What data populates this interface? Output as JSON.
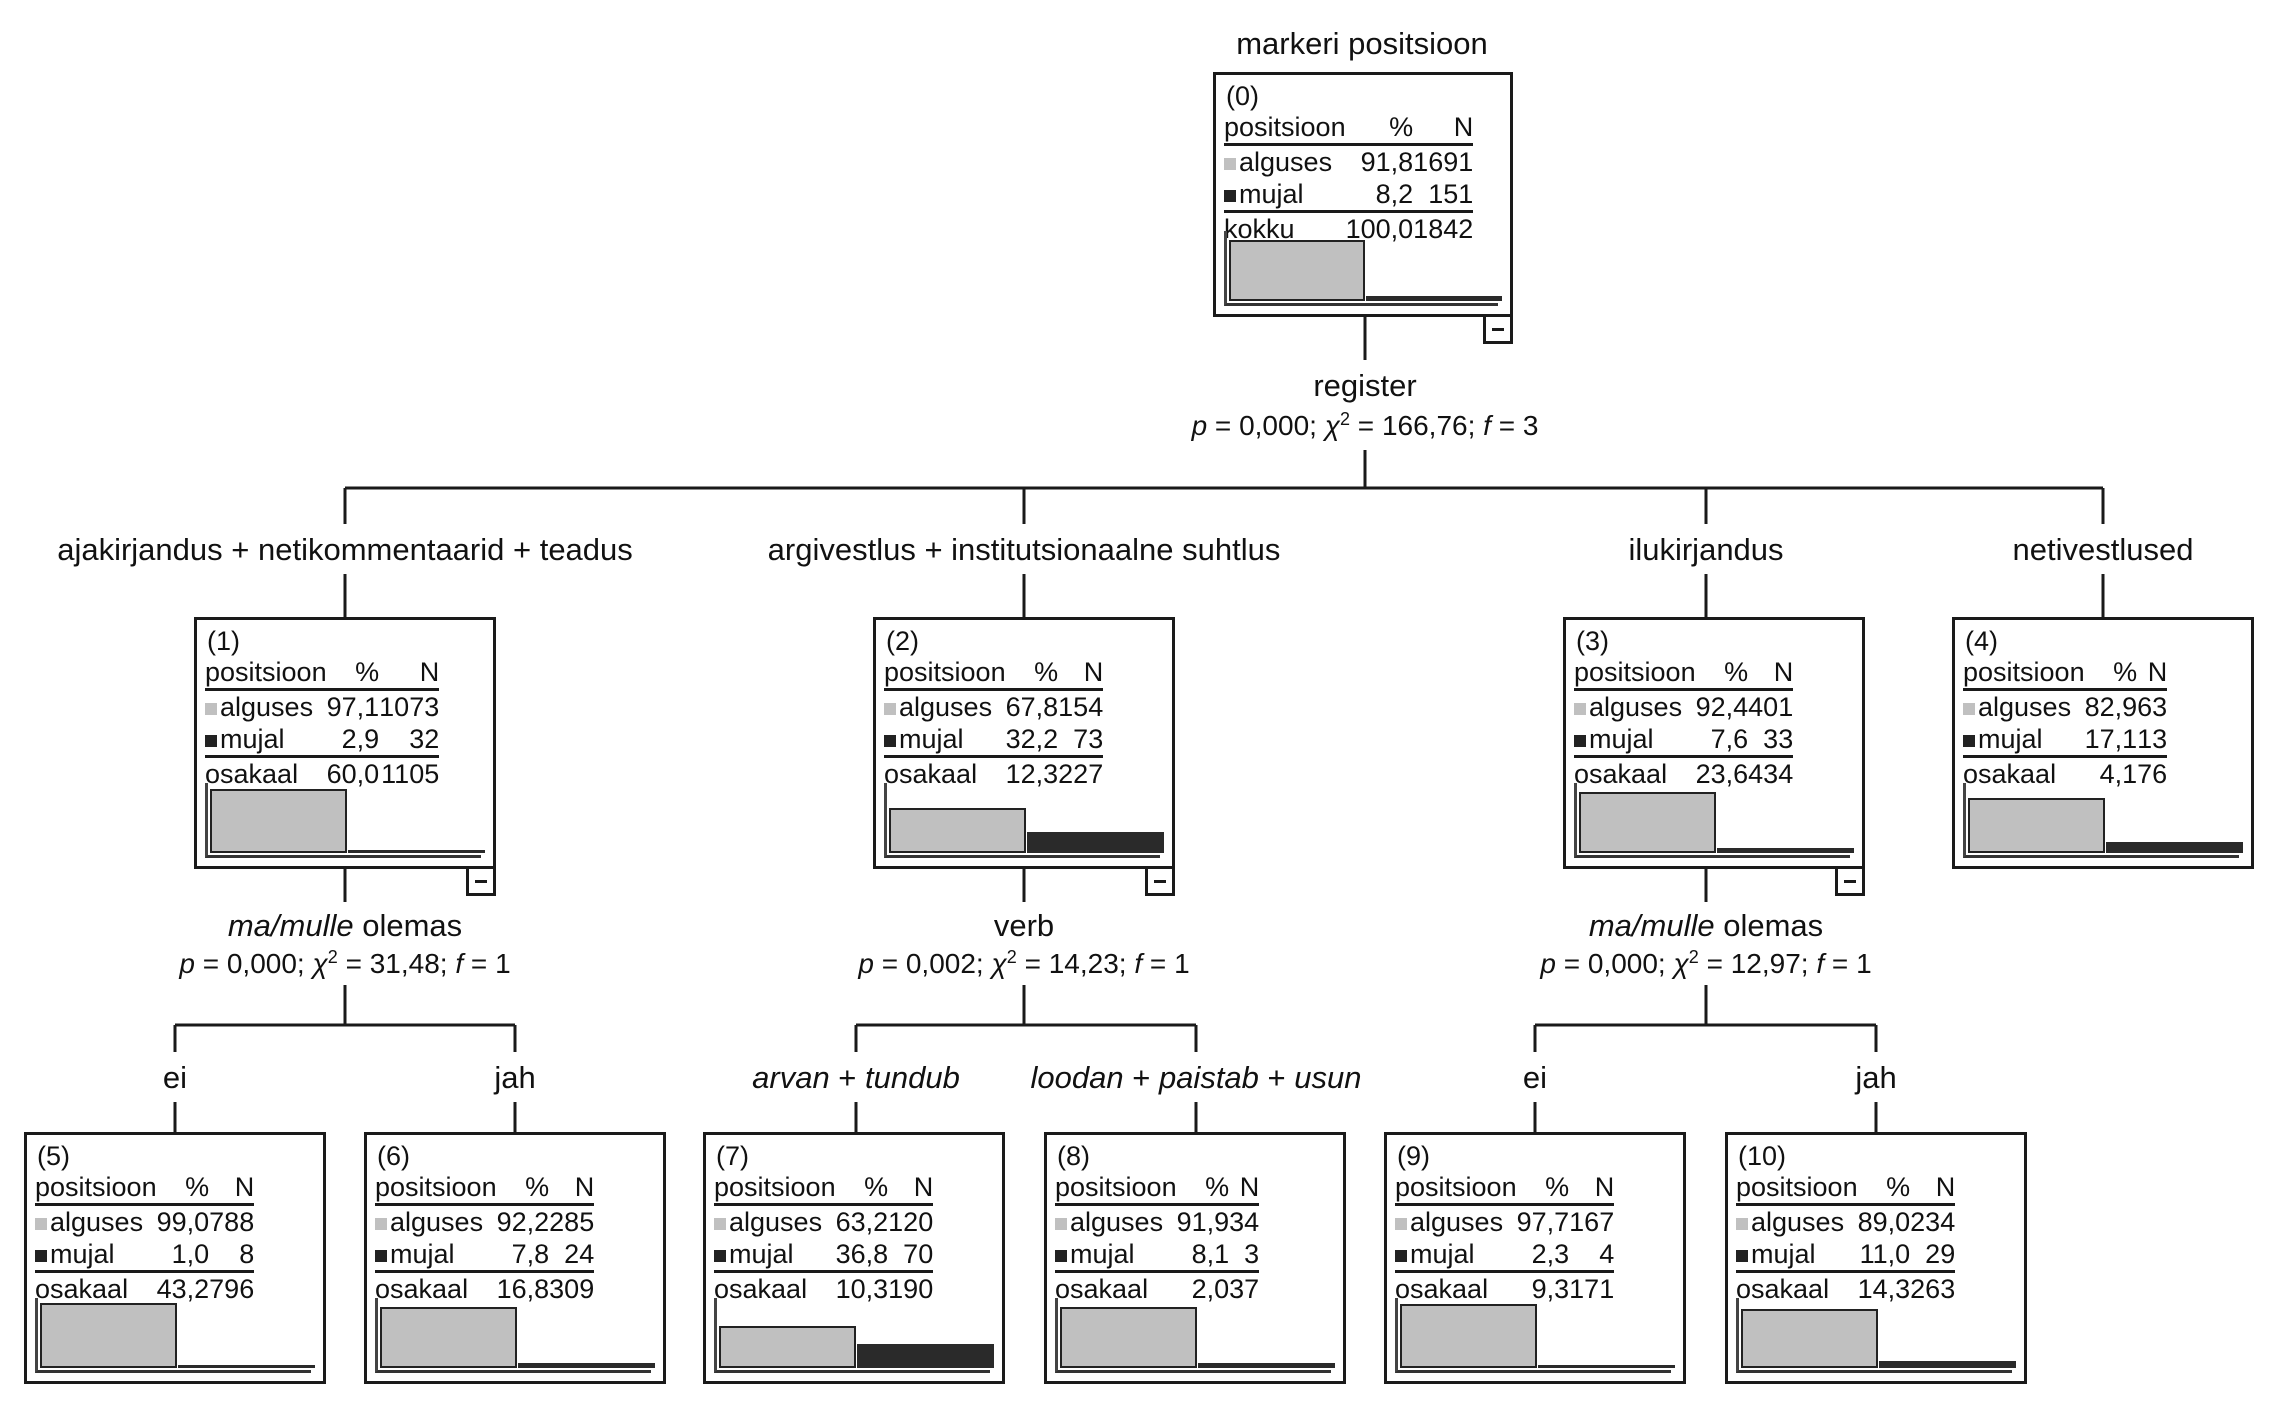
{
  "title": "markeri positsioon",
  "column_headers": {
    "category": "positsioon",
    "percent": "%",
    "n": "N"
  },
  "categories": [
    {
      "name": "alguses",
      "swatch_color": "#c0c0c0"
    },
    {
      "name": "mujal",
      "swatch_color": "#222222"
    }
  ],
  "colors": {
    "light_bar": "#c0c0c0",
    "dark_bar": "#2a2a2a",
    "line": "#1a1a1a"
  },
  "splits": [
    {
      "id": "split-register",
      "variable": "register",
      "variable_parts": [
        {
          "text": "register",
          "italic": false
        }
      ],
      "p": "0,000",
      "chi2": "166,76",
      "f": "3"
    },
    {
      "id": "split-1",
      "variable_parts": [
        {
          "text": "ma",
          "italic": true
        },
        {
          "text": "/",
          "italic": true
        },
        {
          "text": "mulle",
          "italic": true
        },
        {
          "text": " olemas",
          "italic": false
        }
      ],
      "p": "0,000",
      "chi2": "31,48",
      "f": "1"
    },
    {
      "id": "split-2",
      "variable_parts": [
        {
          "text": "verb",
          "italic": false
        }
      ],
      "p": "0,002",
      "chi2": "14,23",
      "f": "1"
    },
    {
      "id": "split-3",
      "variable_parts": [
        {
          "text": "ma",
          "italic": true
        },
        {
          "text": "/",
          "italic": true
        },
        {
          "text": "mulle",
          "italic": true
        },
        {
          "text": " olemas",
          "italic": false
        }
      ],
      "p": "0,000",
      "chi2": "12,97",
      "f": "1"
    }
  ],
  "stat_labels": {
    "p": "p",
    "chi": "χ",
    "chi_sup": "2",
    "f": "f"
  },
  "branch_labels": {
    "n1": [
      {
        "text": "ajakirjandus + netikommentaarid + teadus",
        "italic": false
      }
    ],
    "n2": [
      {
        "text": "argivestlus + institutsionaalne suhtlus",
        "italic": false
      }
    ],
    "n3": [
      {
        "text": "ilukirjandus",
        "italic": false
      }
    ],
    "n4": [
      {
        "text": "netivestlused",
        "italic": false
      }
    ],
    "n5": [
      {
        "text": "ei",
        "italic": false
      }
    ],
    "n6": [
      {
        "text": "jah",
        "italic": false
      }
    ],
    "n7": [
      {
        "text": "arvan",
        "italic": true
      },
      {
        "text": " + ",
        "italic": false
      },
      {
        "text": "tundub",
        "italic": true
      }
    ],
    "n8": [
      {
        "text": "loodan",
        "italic": true
      },
      {
        "text": " + ",
        "italic": false
      },
      {
        "text": "paistab",
        "italic": true
      },
      {
        "text": " + ",
        "italic": false
      },
      {
        "text": "usun",
        "italic": true
      }
    ],
    "n9": [
      {
        "text": "ei",
        "italic": false
      }
    ],
    "n10": [
      {
        "text": "jah",
        "italic": false
      }
    ]
  },
  "nodes": [
    {
      "key": "n0",
      "id": "(0)",
      "rows": [
        {
          "cat": "alguses",
          "pct": "91,8",
          "n": "1691"
        },
        {
          "cat": "mujal",
          "pct": "8,2",
          "n": "151"
        }
      ],
      "total_label": "kokku",
      "total_pct": "100,0",
      "total_n": "1842",
      "share": {
        "alguses": 91.8,
        "mujal": 8.2
      },
      "collapsible": true
    },
    {
      "key": "n1",
      "id": "(1)",
      "rows": [
        {
          "cat": "alguses",
          "pct": "97,1",
          "n": "1073"
        },
        {
          "cat": "mujal",
          "pct": "2,9",
          "n": "32"
        }
      ],
      "total_label": "osakaal",
      "total_pct": "60,0",
      "total_n": "1105",
      "share": {
        "alguses": 97.1,
        "mujal": 2.9
      },
      "collapsible": true
    },
    {
      "key": "n2",
      "id": "(2)",
      "rows": [
        {
          "cat": "alguses",
          "pct": "67,8",
          "n": "154"
        },
        {
          "cat": "mujal",
          "pct": "32,2",
          "n": "73"
        }
      ],
      "total_label": "osakaal",
      "total_pct": "12,3",
      "total_n": "227",
      "share": {
        "alguses": 67.8,
        "mujal": 32.2
      },
      "collapsible": true
    },
    {
      "key": "n3",
      "id": "(3)",
      "rows": [
        {
          "cat": "alguses",
          "pct": "92,4",
          "n": "401"
        },
        {
          "cat": "mujal",
          "pct": "7,6",
          "n": "33"
        }
      ],
      "total_label": "osakaal",
      "total_pct": "23,6",
      "total_n": "434",
      "share": {
        "alguses": 92.4,
        "mujal": 7.6
      },
      "collapsible": true
    },
    {
      "key": "n4",
      "id": "(4)",
      "rows": [
        {
          "cat": "alguses",
          "pct": "82,9",
          "n": "63"
        },
        {
          "cat": "mujal",
          "pct": "17,1",
          "n": "13"
        }
      ],
      "total_label": "osakaal",
      "total_pct": "4,1",
      "total_n": "76",
      "share": {
        "alguses": 82.9,
        "mujal": 17.1
      },
      "collapsible": false
    },
    {
      "key": "n5",
      "id": "(5)",
      "rows": [
        {
          "cat": "alguses",
          "pct": "99,0",
          "n": "788"
        },
        {
          "cat": "mujal",
          "pct": "1,0",
          "n": "8"
        }
      ],
      "total_label": "osakaal",
      "total_pct": "43,2",
      "total_n": "796",
      "share": {
        "alguses": 99.0,
        "mujal": 1.0
      },
      "collapsible": false
    },
    {
      "key": "n6",
      "id": "(6)",
      "rows": [
        {
          "cat": "alguses",
          "pct": "92,2",
          "n": "285"
        },
        {
          "cat": "mujal",
          "pct": "7,8",
          "n": "24"
        }
      ],
      "total_label": "osakaal",
      "total_pct": "16,8",
      "total_n": "309",
      "share": {
        "alguses": 92.2,
        "mujal": 7.8
      },
      "collapsible": false
    },
    {
      "key": "n7",
      "id": "(7)",
      "rows": [
        {
          "cat": "alguses",
          "pct": "63,2",
          "n": "120"
        },
        {
          "cat": "mujal",
          "pct": "36,8",
          "n": "70"
        }
      ],
      "total_label": "osakaal",
      "total_pct": "10,3",
      "total_n": "190",
      "share": {
        "alguses": 63.2,
        "mujal": 36.8
      },
      "collapsible": false
    },
    {
      "key": "n8",
      "id": "(8)",
      "rows": [
        {
          "cat": "alguses",
          "pct": "91,9",
          "n": "34"
        },
        {
          "cat": "mujal",
          "pct": "8,1",
          "n": "3"
        }
      ],
      "total_label": "osakaal",
      "total_pct": "2,0",
      "total_n": "37",
      "share": {
        "alguses": 91.9,
        "mujal": 8.1
      },
      "collapsible": false
    },
    {
      "key": "n9",
      "id": "(9)",
      "rows": [
        {
          "cat": "alguses",
          "pct": "97,7",
          "n": "167"
        },
        {
          "cat": "mujal",
          "pct": "2,3",
          "n": "4"
        }
      ],
      "total_label": "osakaal",
      "total_pct": "9,3",
      "total_n": "171",
      "share": {
        "alguses": 97.7,
        "mujal": 2.3
      },
      "collapsible": false
    },
    {
      "key": "n10",
      "id": "(10)",
      "rows": [
        {
          "cat": "alguses",
          "pct": "89,0",
          "n": "234"
        },
        {
          "cat": "mujal",
          "pct": "11,0",
          "n": "29"
        }
      ],
      "total_label": "osakaal",
      "total_pct": "14,3",
      "total_n": "263",
      "share": {
        "alguses": 89.0,
        "mujal": 11.0
      },
      "collapsible": false
    }
  ]
}
